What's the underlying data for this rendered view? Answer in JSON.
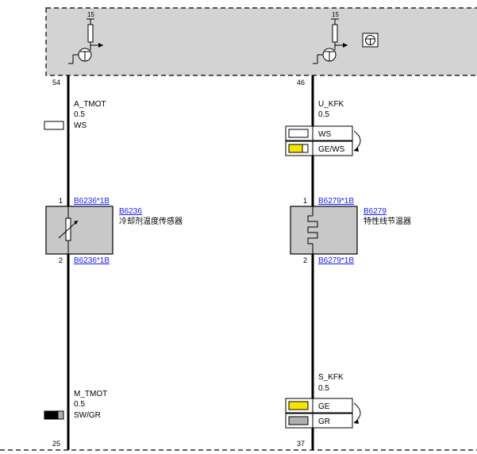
{
  "module": {
    "supply_label_left": "15",
    "supply_label_right": "15",
    "pins": {
      "a_tmot": "54",
      "u_kfk": "46"
    }
  },
  "left_circuit": {
    "wire_top": {
      "name": "A_TMOT",
      "gauge": "0.5",
      "color": "WS"
    },
    "connector_top": {
      "pin": "1",
      "code": "B6236*1B"
    },
    "component": {
      "code": "B6236",
      "name": "冷却剂温度传感器"
    },
    "connector_bottom": {
      "pin": "2",
      "code": "B6236*1B"
    },
    "wire_bottom": {
      "name": "M_TMOT",
      "gauge": "0.5",
      "color": "SW/GR"
    },
    "end_pin": "25"
  },
  "right_circuit": {
    "wire_top": {
      "name": "U_KFK",
      "gauge": "0.5",
      "colors": [
        "WS",
        "GE/WS"
      ]
    },
    "connector_top": {
      "pin": "1",
      "code": "B6279*1B"
    },
    "component": {
      "code": "B6279",
      "name": "特性线节温器"
    },
    "connector_bottom": {
      "pin": "2",
      "code": "B6279*1B"
    },
    "wire_bottom": {
      "name": "S_KFK",
      "gauge": "0.5",
      "colors": [
        "GE",
        "GR"
      ]
    },
    "end_pin": "37"
  },
  "colors": {
    "module_fill": "#d3d3d3",
    "component_fill": "#c8c8c8",
    "yellow": "#f5e600",
    "gray_swatch": "#b0b0b0"
  }
}
